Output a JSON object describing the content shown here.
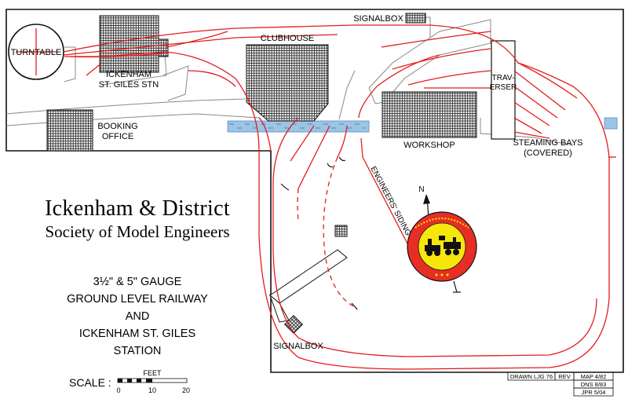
{
  "title": {
    "line1": "Ickenham & District",
    "line2": "Society of Model Engineers"
  },
  "gauge_text": [
    "3½\" & 5\" GAUGE",
    "GROUND LEVEL RAILWAY",
    "AND",
    "ICKENHAM ST. GILES",
    "STATION"
  ],
  "labels": {
    "turntable": "TURNTABLE",
    "station_1": "ICKENHAM",
    "station_2": "ST. GILES STN",
    "clubhouse": "CLUBHOUSE",
    "signalbox_top": "SIGNALBOX",
    "traverser_1": "TRAV-",
    "traverser_2": "ERSER",
    "booking_1": "BOOKING",
    "booking_2": "OFFICE",
    "workshop": "WORKSHOP",
    "steaming_1": "STEAMING BAYS",
    "steaming_2": "(COVERED)",
    "engineers_siding": "ENGINEERS' SIDING",
    "signalbox_bottom": "SIGNALBOX",
    "north": "N"
  },
  "scale": {
    "label": "SCALE :",
    "unit": "FEET",
    "ticks": [
      "0",
      "10",
      "20"
    ]
  },
  "revisions": {
    "drawn": "DRAWN LJG 76",
    "rev": "REV",
    "entries": [
      "MAP 4/82",
      "DNS 8/83",
      "JPR 5/04"
    ]
  },
  "colors": {
    "track": "#e41c1c",
    "outline": "#111111",
    "water": "#7fb0d8",
    "badge_outer": "#e62e24",
    "badge_inner": "#f7e60c"
  }
}
